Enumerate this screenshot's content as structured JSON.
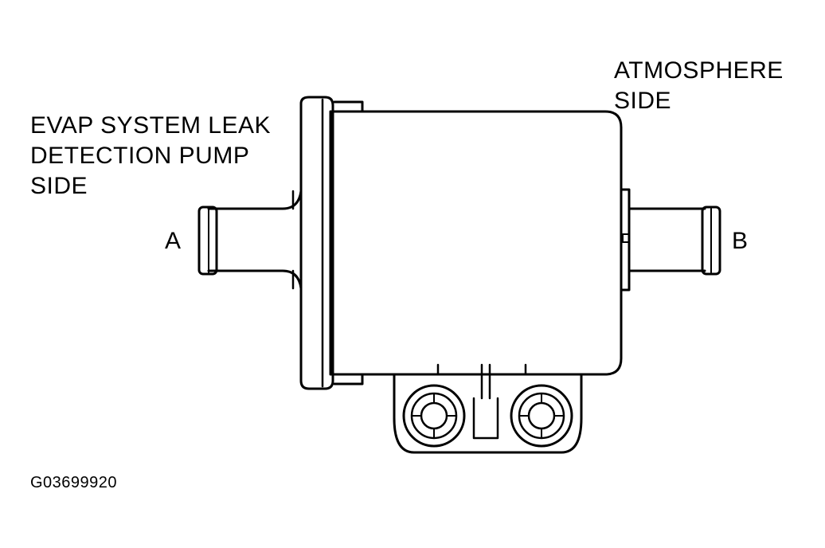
{
  "labels": {
    "pump_side": {
      "line1": "EVAP SYSTEM LEAK",
      "line2": "DETECTION PUMP",
      "line3": "SIDE"
    },
    "atmosphere_side": {
      "line1": "ATMOSPHERE",
      "line2": "SIDE"
    },
    "port_a": "A",
    "port_b": "B",
    "figure_id": "G03699920"
  },
  "colors": {
    "line": "#000000",
    "background": "#ffffff"
  }
}
